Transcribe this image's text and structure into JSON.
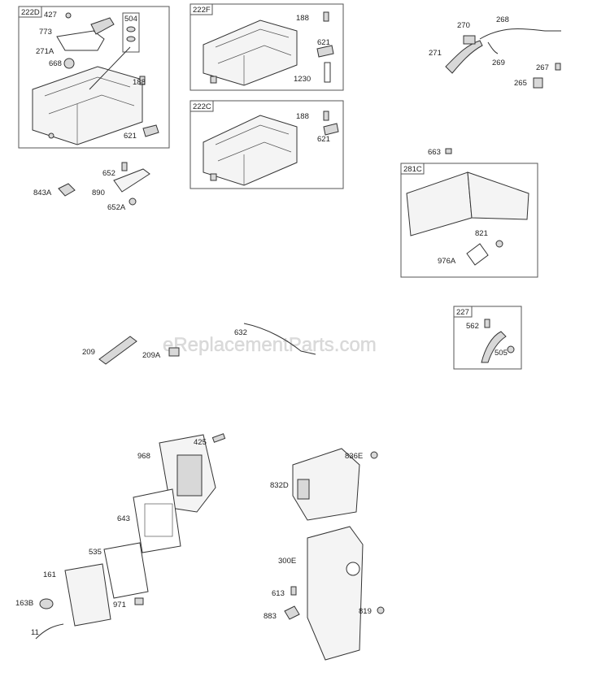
{
  "watermark": "eReplacementParts.com",
  "groups": {
    "g222D": {
      "tag": "222D",
      "subtag": "504"
    },
    "g222F": {
      "tag": "222F"
    },
    "g222C": {
      "tag": "222C"
    },
    "g281C": {
      "tag": "281C"
    },
    "g227": {
      "tag": "227"
    }
  },
  "callouts": {
    "c427": "427",
    "c773": "773",
    "c271A": "271A",
    "c668": "668",
    "c188a": "188",
    "c621a": "621",
    "c188b": "188",
    "c621b": "621",
    "c1230": "1230",
    "c188c": "188",
    "c621c": "621",
    "c270": "270",
    "c268": "268",
    "c271": "271",
    "c269": "269",
    "c267": "267",
    "c265": "265",
    "c652": "652",
    "c843A": "843A",
    "c890": "890",
    "c652A": "652A",
    "c663": "663",
    "c821": "821",
    "c976A": "976A",
    "c632": "632",
    "c209": "209",
    "c209A": "209A",
    "c562": "562",
    "c505": "505",
    "c425": "425",
    "c968": "968",
    "c643": "643",
    "c535": "535",
    "c161": "161",
    "c163B": "163B",
    "c971": "971",
    "c11": "11",
    "c836E": "836E",
    "c832D": "832D",
    "c300E": "300E",
    "c613": "613",
    "c883": "883",
    "c819": "819"
  }
}
